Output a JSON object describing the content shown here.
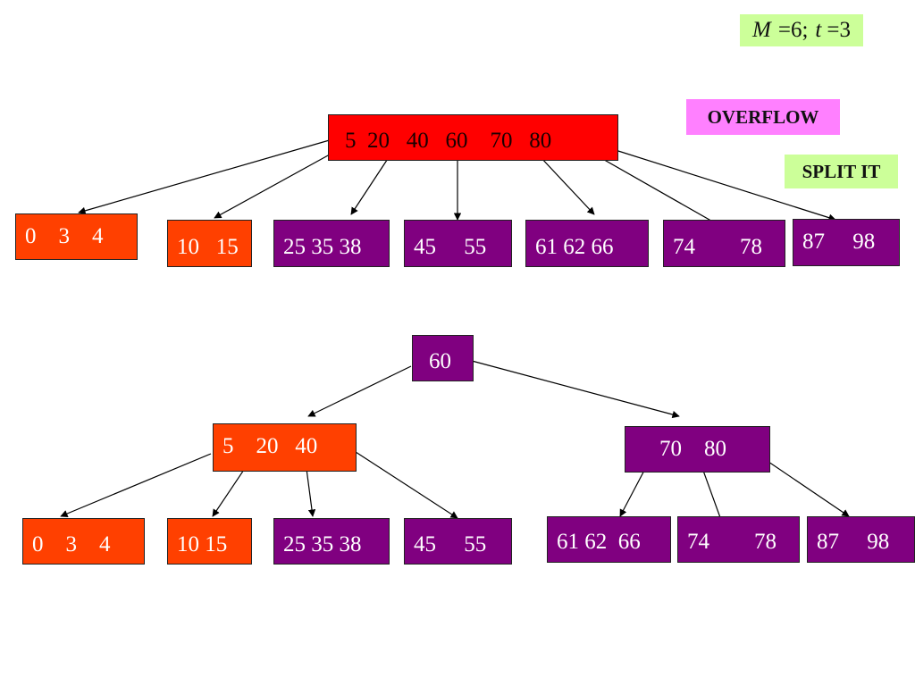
{
  "params": {
    "m_symbol": "M",
    "m_value": "=6;",
    "t_symbol": "t",
    "t_value": "=3"
  },
  "labels": {
    "overflow": "OVERFLOW",
    "split": "SPLIT IT"
  },
  "colors": {
    "overflow_node": "#ff0000",
    "left_nodes": "#ff4000",
    "right_nodes": "#800080",
    "overflow_badge": "#ff80ff",
    "split_badge": "#ccff99",
    "params_badge": "#ccff99"
  },
  "before_split": {
    "root": "5  20   40   60    70   80",
    "leaves": [
      "0    3    4",
      "10   15",
      "25 35 38",
      "45     55",
      "61 62 66",
      "74        78",
      "87     98"
    ]
  },
  "after_split": {
    "root": "60",
    "internal": [
      "5    20   40",
      "70    80"
    ],
    "leaves": [
      "0    3    4",
      "10 15",
      "25 35 38",
      "45     55",
      "61 62  66",
      "74        78",
      "87     98"
    ]
  }
}
